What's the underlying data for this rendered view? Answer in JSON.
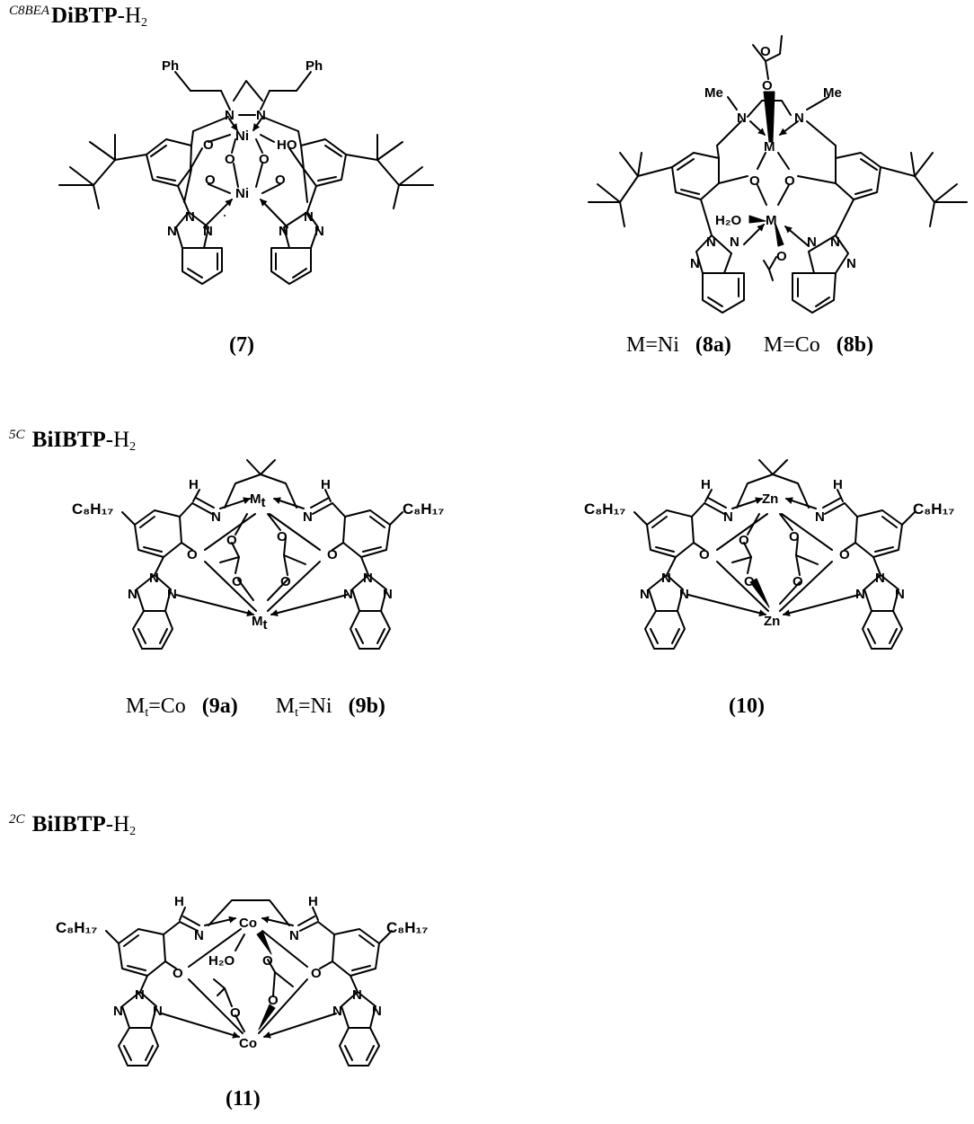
{
  "sections": [
    {
      "superscript": "C8BEA",
      "bold": "DiBTP",
      "rest": "-H",
      "subscript": "2"
    },
    {
      "superscript": "5C",
      "bold": "BiIBTP",
      "rest": "-H",
      "subscript": "2"
    },
    {
      "superscript": "2C",
      "bold": "BiIBTP",
      "rest": "-H",
      "subscript": "2"
    }
  ],
  "captions": {
    "c7": {
      "open": "(",
      "num": "7",
      "close": ")"
    },
    "c8": {
      "a_prefix": "M=Ni",
      "a_label": "8a",
      "b_prefix": "M=Co",
      "b_label": "8b"
    },
    "c9": {
      "a_m": "M",
      "a_sub": "t",
      "a_rest": "=Co",
      "a_label": "9a",
      "b_m": "M",
      "b_sub": "t",
      "b_rest": "=Ni",
      "b_label": "9b"
    },
    "c10": {
      "open": "(",
      "num": "10",
      "close": ")"
    },
    "c11": {
      "open": "(",
      "num": "11",
      "close": ")"
    }
  },
  "atoms": {
    "ph": "Ph",
    "n": "N",
    "o": "O",
    "ni": "Ni",
    "ho": "HO",
    "me": "Me",
    "m": "M",
    "h2o": "H₂O",
    "h": "H",
    "c8h17": "C₈H₁₇",
    "mt": "M",
    "t": "t",
    "zn": "Zn",
    "co": "Co"
  }
}
